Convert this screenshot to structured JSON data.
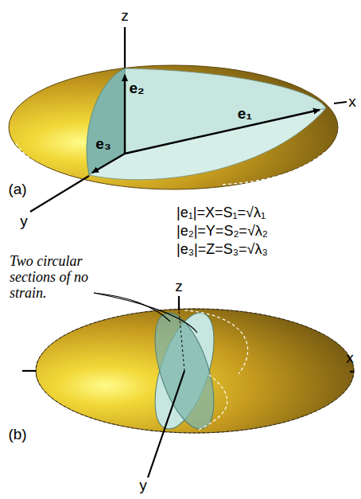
{
  "diagram": {
    "labels": [
      "z",
      "x",
      "e₂",
      "e₁",
      "e₃",
      "(a)",
      "y",
      "|e₁|=X=S₁=√λ₁",
      "|e₂|=Y=S₂=√λ₂",
      "|e₃|=Z=S₃=√λ₃",
      "Two circular sections of no strain.",
      "z",
      "x",
      "(b)",
      "y"
    ]
  }
}
